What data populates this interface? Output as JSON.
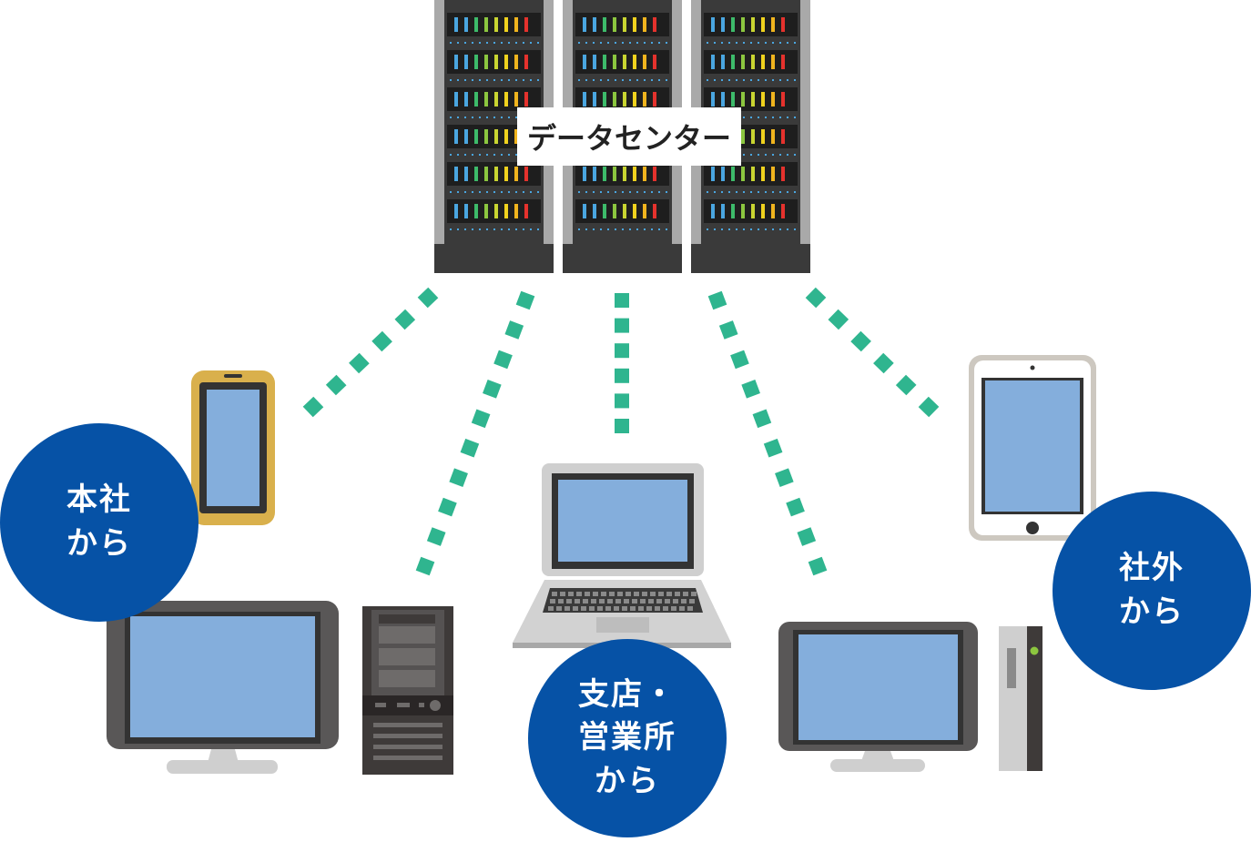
{
  "labels": {
    "datacenter": "データセンター",
    "head_office": [
      "本社",
      "から"
    ],
    "branch": [
      "支店・",
      "営業所",
      "から"
    ],
    "outside": [
      "社外",
      "から"
    ]
  },
  "colors": {
    "circle": "#0652a6",
    "connector": "#2fb58f",
    "screen": "#84aedc",
    "rack_body": "#3a3a3a",
    "rack_side": "#a9a9a9"
  },
  "icons": [
    "server-rack-icon",
    "smartphone-icon",
    "tablet-icon",
    "desktop-monitor-icon",
    "tower-pc-icon",
    "laptop-icon",
    "slim-pc-icon"
  ]
}
